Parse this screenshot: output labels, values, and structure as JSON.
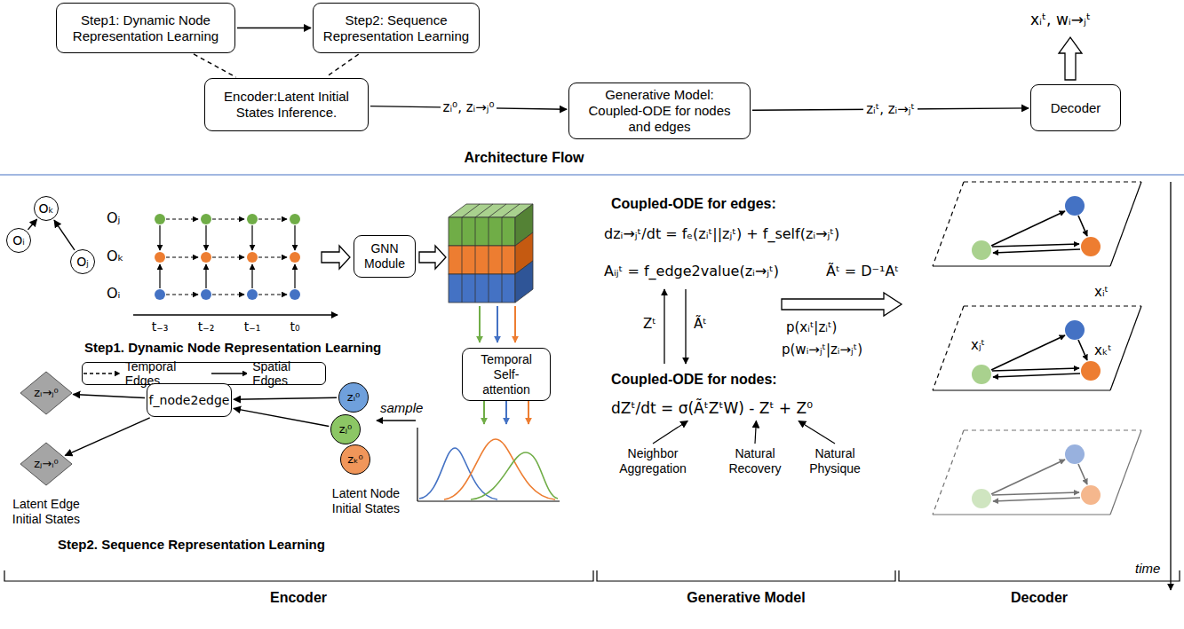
{
  "diagram": {
    "nodes": [
      {
        "text": [
          "Step1: Dynamic Node Representation Learning"
        ]
      },
      {
        "text": [
          "Step2: Sequence Representation Learning"
        ]
      },
      {
        "text": [
          "Encoder:Latent Initial States Inference."
        ]
      },
      {
        "text": [
          "Generative Model: Coupled-ODE for nodes and edges"
        ]
      },
      {
        "text": [
          "Decoder"
        ]
      },
      {
        "text": [
          "Oₖ"
        ]
      },
      {
        "text": [
          "Oᵢ"
        ]
      },
      {
        "text": [
          "Oⱼ"
        ]
      },
      {
        "text": [
          "GNN Module"
        ]
      },
      {
        "text": [
          "Temporal Self-attention"
        ]
      },
      {
        "text": [
          "f_node2edge"
        ]
      },
      {
        "text": [
          "zᵢ⁰"
        ]
      },
      {
        "text": [
          "zⱼ⁰"
        ]
      },
      {
        "text": [
          "zₖ⁰"
        ]
      },
      {
        "text": [
          "zᵢ→ⱼ⁰"
        ]
      },
      {
        "text": [
          "zⱼ→ᵢ⁰"
        ]
      }
    ],
    "edges": [
      {
        "from": 0,
        "to": 1,
        "arrow": "to"
      },
      {
        "from": 0,
        "to": 2,
        "arrow": "none"
      },
      {
        "from": 1,
        "to": 2,
        "arrow": "none"
      },
      {
        "from": 2,
        "to": 3,
        "label": "zᵢ⁰, zᵢ→ⱼ⁰",
        "arrow": "to"
      },
      {
        "from": 3,
        "to": 4,
        "label": "zᵢᵗ, zᵢ→ⱼᵗ",
        "arrow": "to"
      },
      {
        "from": 6,
        "to": 5,
        "arrow": "to"
      },
      {
        "from": 7,
        "to": 5,
        "arrow": "to"
      },
      {
        "from": 11,
        "to": 10,
        "arrow": "to"
      },
      {
        "from": 12,
        "to": 10,
        "arrow": "to"
      },
      {
        "from": 10,
        "to": 14,
        "arrow": "to"
      },
      {
        "from": 10,
        "to": 15,
        "arrow": "to"
      }
    ],
    "labels": [
      "xᵢᵗ, wᵢ→ⱼᵗ",
      "Architecture Flow",
      "Oⱼ",
      "Oₖ",
      "Oᵢ",
      "t₋₃",
      "t₋₂",
      "t₋₁",
      "t₀",
      "Step1. Dynamic Node Representation Learning",
      "sample",
      "Latent Edge Initial States",
      "Latent Node Initial States",
      "Step2. Sequence Representation Learning",
      "Coupled-ODE for edges:",
      "dzᵢ→ⱼᵗ/dt = fₑ(zᵢᵗ||zⱼᵗ) + f_self(zᵢ→ⱼᵗ)",
      "Aᵢⱼᵗ = f_edge2value(zᵢ→ⱼᵗ)",
      "Ãᵗ = D⁻¹Aᵗ",
      "Zᵗ",
      "Ãᵗ",
      "p(xᵢᵗ|zᵢᵗ)",
      "p(wᵢ→ⱼᵗ|zᵢ→ⱼᵗ)",
      "Coupled-ODE for nodes:",
      "dZᵗ/dt = σ(ÃᵗZᵗW) - Zᵗ + Z⁰",
      "Neighbor Aggregation",
      "Natural Recovery",
      "Natural Physique",
      "xᵢᵗ",
      "xⱼᵗ",
      "xₖᵗ",
      "time",
      "Encoder",
      "Generative Model",
      "Decoder"
    ],
    "legend": [
      {
        "text": "Temporal Edges"
      },
      {
        "text": "Spatial Edges"
      }
    ]
  }
}
